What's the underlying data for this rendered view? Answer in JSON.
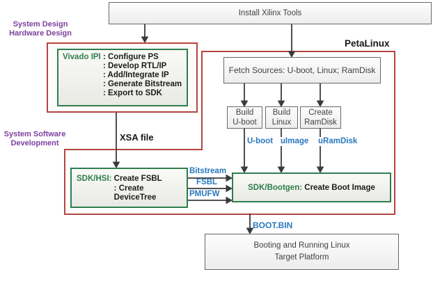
{
  "colors": {
    "red": "#b5443f",
    "green": "#2e7d4e",
    "purple": "#7d3f9d",
    "blue": "#2878bd",
    "line": "#3a3a3a",
    "text": "#3f3f3f",
    "text-dark": "#1c1c1c"
  },
  "install_box": {
    "label": "Install Xilinx Tools"
  },
  "captions": {
    "system_design": [
      "System Design",
      "Hardware Design"
    ],
    "system_software": [
      "System Software",
      "Development"
    ],
    "petalinux": "PetaLinux",
    "xsa_file": "XSA file"
  },
  "vivado": {
    "title": "Vivado IPI ",
    "steps": [
      ": Configure PS",
      ": Develop RTL/IP",
      ": Add/Integrate IP",
      ": Generate Bitstream",
      ": Export to SDK"
    ]
  },
  "petalinux_flow": {
    "fetch_box": "Fetch Sources: U-boot, Linux; RamDisk",
    "build_uboot": [
      "Build",
      "U-boot"
    ],
    "build_linux": [
      "Build",
      "Linux"
    ],
    "create_ramdisk": [
      "Create",
      "RamDisk"
    ],
    "artifacts": [
      "U-boot",
      "uImage",
      "uRamDisk"
    ]
  },
  "sdk_hsi": {
    "title": "SDK/HSI: ",
    "steps": [
      "Create FSBL",
      ": Create DeviceTree"
    ],
    "outputs": [
      "Bitstream",
      "FSBL",
      "PMUFW"
    ]
  },
  "bootgen": {
    "title": "SDK/Bootgen: ",
    "label": "Create Boot Image",
    "output": "BOOT.BIN"
  },
  "target_box": [
    "Booting and Running Linux",
    "Target Platform"
  ]
}
